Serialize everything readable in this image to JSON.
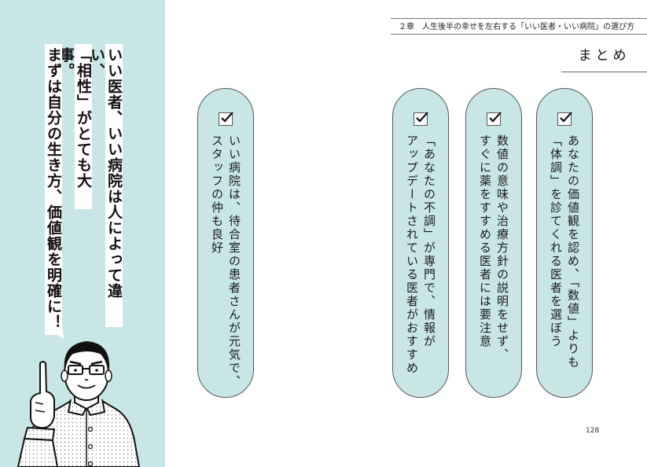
{
  "left_panel": {
    "speech_bubble": {
      "lines": [
        "いい医者、いい病院は人によって違い、",
        "「相性」がとても大事。",
        "まずは自分の生き方、価値観を明確に！"
      ]
    },
    "illustration": "man-with-glasses-pointing-up"
  },
  "header": {
    "chapter": "２章　人生後半の幸せを左右する「いい医者・いい病院」の選び方"
  },
  "section": {
    "title": "まとめ"
  },
  "summary_items": [
    {
      "icon": "checkbox-checked-icon",
      "text": "あなたの価値観を認め、「数値」よりも\n「体調」を診てくれる医者を選ぼう"
    },
    {
      "icon": "checkbox-checked-icon",
      "text": "数値の意味や治療方針の説明をせず、\nすぐに薬をすすめる医者には要注意"
    },
    {
      "icon": "checkbox-checked-icon",
      "text": "「あなたの不調」が専門で、情報が\nアップデートされている医者がおすすめ"
    },
    {
      "icon": "checkbox-checked-icon",
      "text": "いい病院は、待合室の患者さんが元気で、\nスタッフの仲も良好"
    }
  ],
  "footer": {
    "page_number": "128"
  },
  "colors": {
    "panel_bg": "#c9e6e7",
    "pill_bg": "#c9e6e7",
    "pill_border": "#555555",
    "text": "#1a1a1a"
  }
}
